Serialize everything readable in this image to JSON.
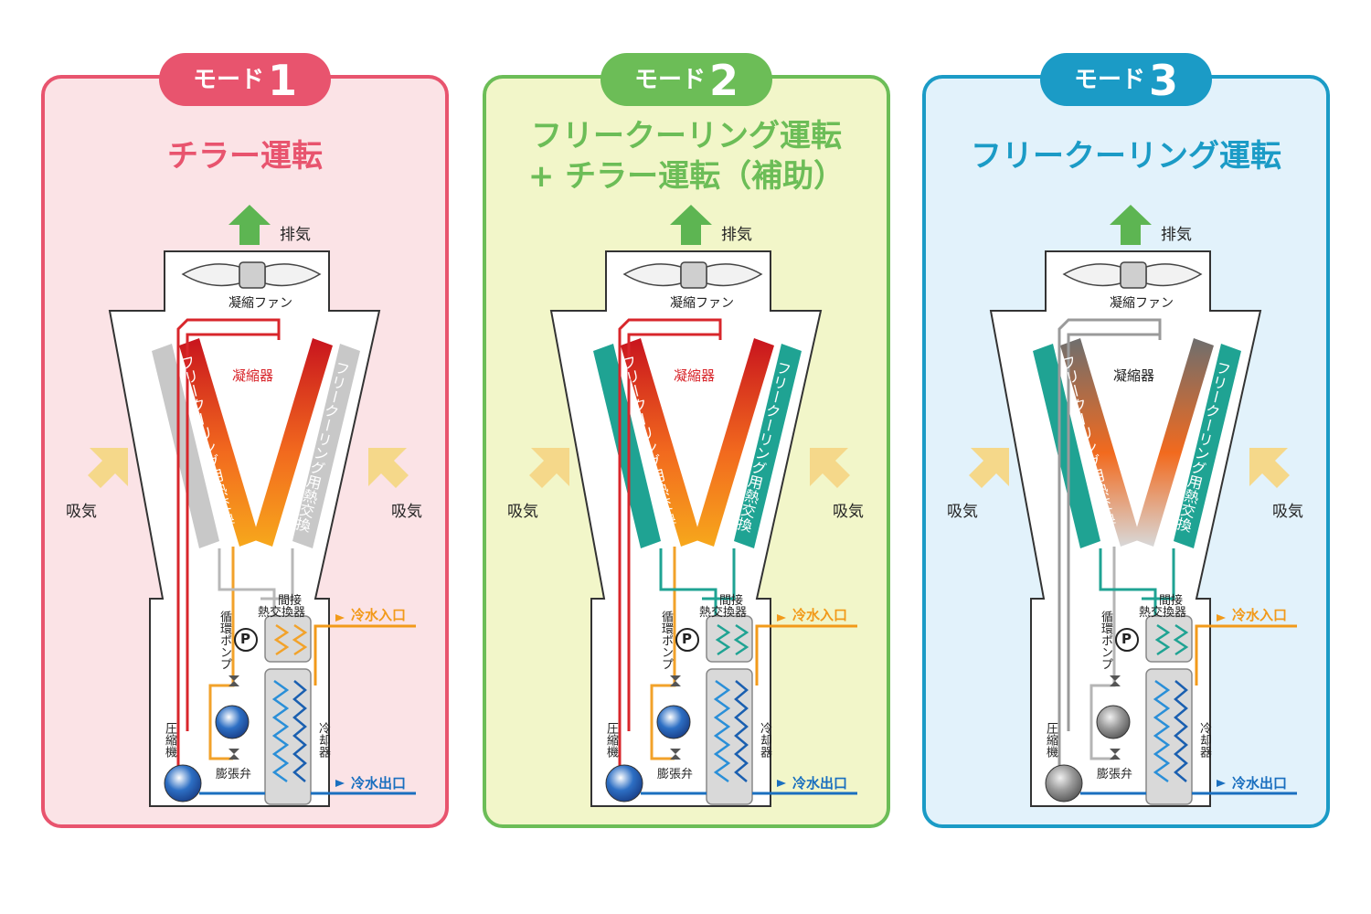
{
  "panels": [
    {
      "mode_text": "モード",
      "mode_number": "1",
      "title": "チラー運転",
      "title_line2": "",
      "colors": {
        "accent": "#e8546e",
        "bg": "#fbe3e6",
        "hx": "#c8c8c8",
        "cond_top": "#c8141e",
        "cond_bot": "#f7a81c"
      }
    },
    {
      "mode_text": "モード",
      "mode_number": "2",
      "title": "フリークーリング運転",
      "title_line2": "+ チラー運転（補助）",
      "colors": {
        "accent": "#6cbd57",
        "bg": "#f2f6c9",
        "hx": "#1fa393",
        "cond_top": "#c8141e",
        "cond_bot": "#f7a81c"
      }
    },
    {
      "mode_text": "モード",
      "mode_number": "3",
      "title": "フリークーリング運転",
      "title_line2": "",
      "colors": {
        "accent": "#1b9bc6",
        "bg": "#e2f2fb",
        "hx": "#1fa393",
        "cond_top": "#6e6e6e",
        "cond_bot": "#d8d8d8"
      }
    }
  ],
  "labels": {
    "exhaust": "排気",
    "fan": "凝縮ファン",
    "condenser": "凝縮器",
    "free_cooling_hx": "フリークーリング用熱交換",
    "intake": "吸気",
    "indirect_hx": "間接熱交換器",
    "indirect_hx_line1": "間接",
    "indirect_hx_line2": "熱交換器",
    "pump": "循環ポンプ",
    "pump_symbol": "P",
    "compressor": "圧縮機",
    "cooler": "冷却器",
    "expansion_valve": "膨張弁",
    "cw_inlet": "冷水入口",
    "cw_outlet": "冷水出口"
  },
  "colors": {
    "intake_arrow": "#f5d88a",
    "exhaust_arrow": "#5db552",
    "cw_inlet": "#f29a1a",
    "cw_outlet": "#1a6fbf",
    "unit_outline": "#333333"
  }
}
